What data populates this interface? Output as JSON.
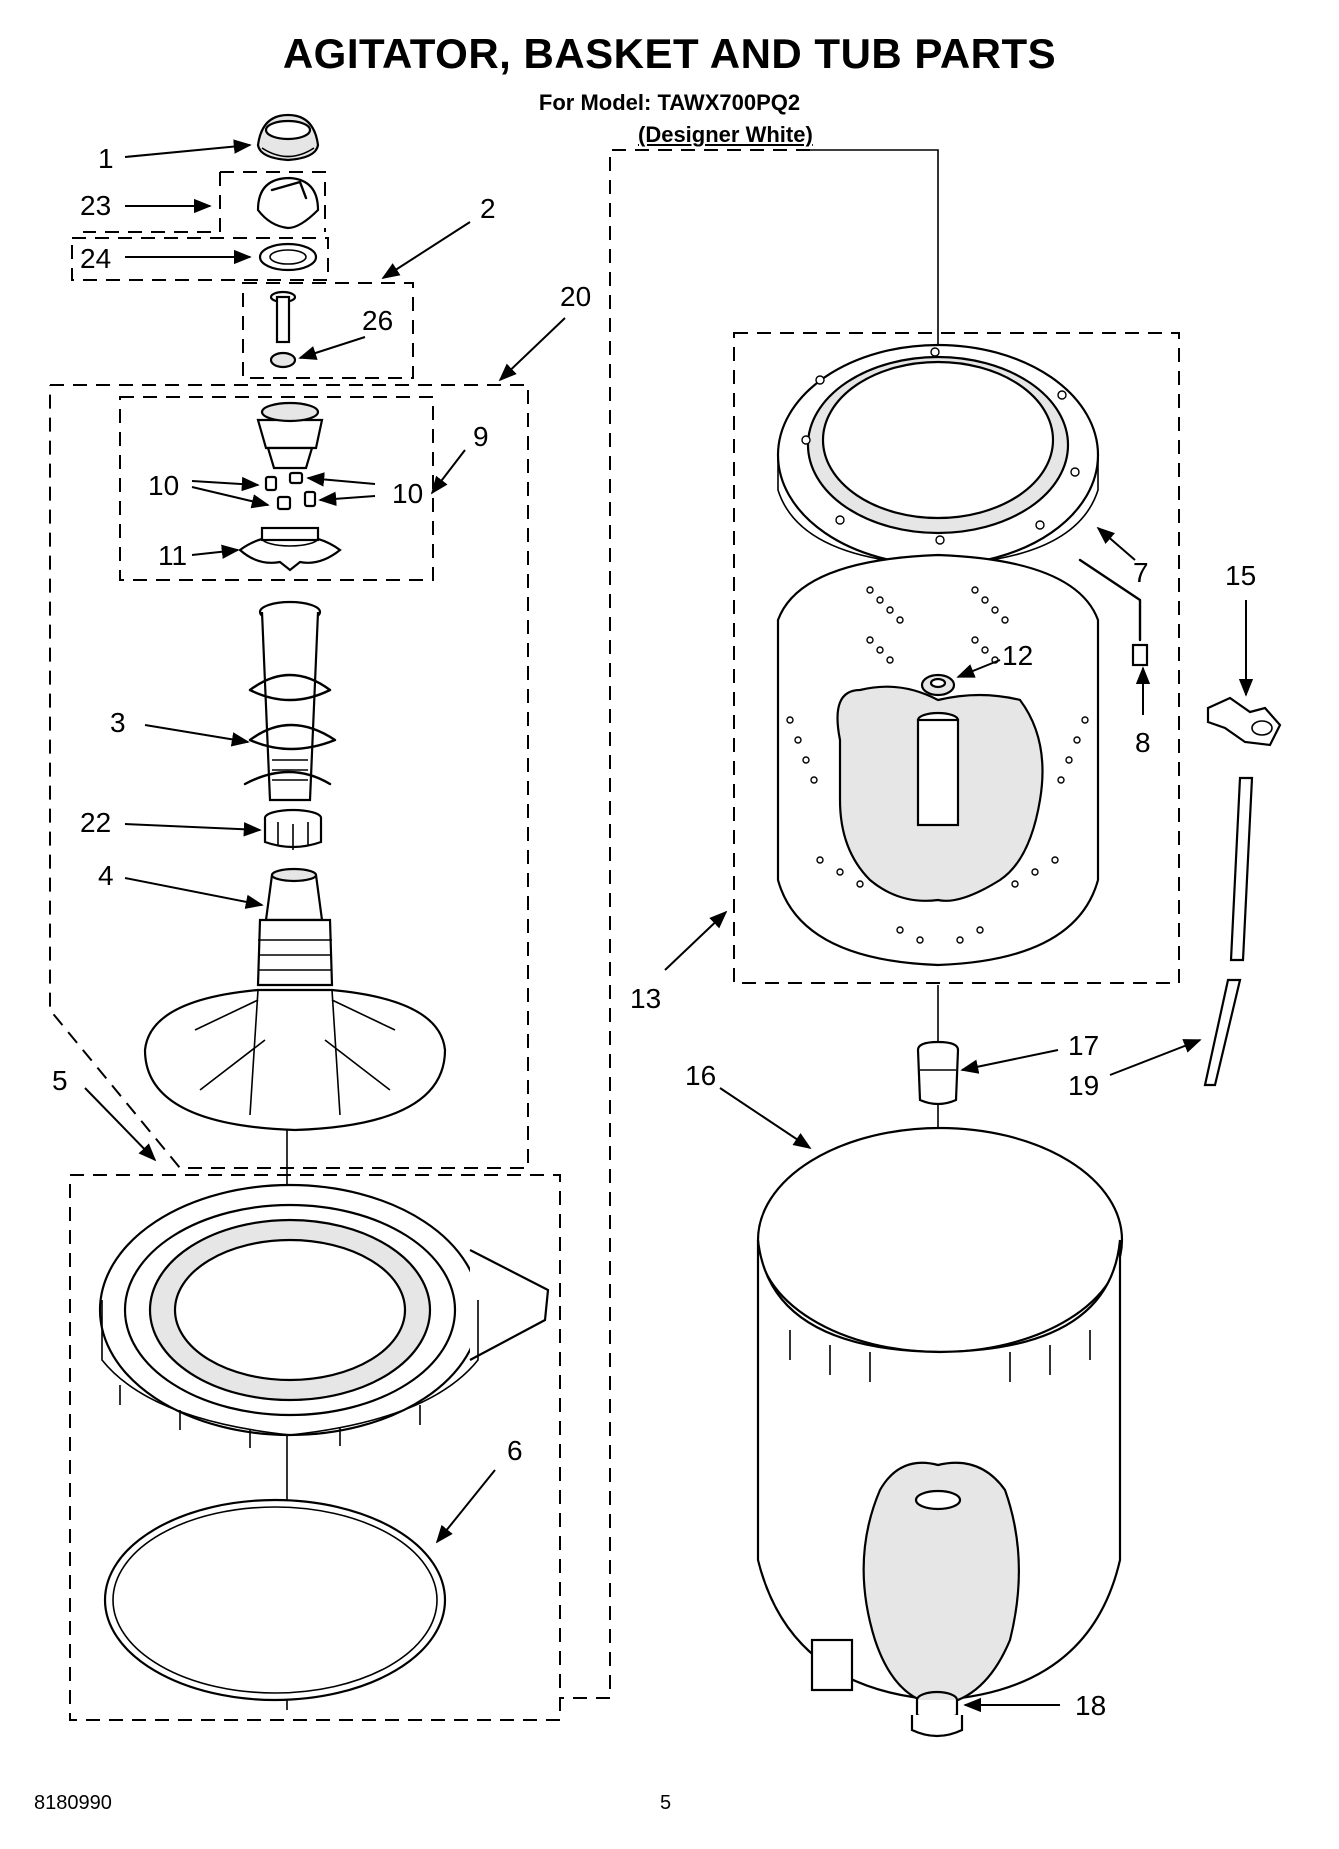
{
  "header": {
    "title": "AGITATOR, BASKET AND TUB PARTS",
    "model_line": "For Model: TAWX700PQ2",
    "variant": "(Designer White)"
  },
  "footer": {
    "doc_number": "8180990",
    "page_number": "5"
  },
  "callouts": {
    "c1": "1",
    "c2": "2",
    "c3": "3",
    "c4": "4",
    "c5": "5",
    "c6": "6",
    "c7": "7",
    "c8": "8",
    "c9": "9",
    "c10a": "10",
    "c10b": "10",
    "c11": "11",
    "c12": "12",
    "c13": "13",
    "c15": "15",
    "c16": "16",
    "c17": "17",
    "c18": "18",
    "c19": "19",
    "c20": "20",
    "c22": "22",
    "c23": "23",
    "c24": "24",
    "c26": "26"
  }
}
